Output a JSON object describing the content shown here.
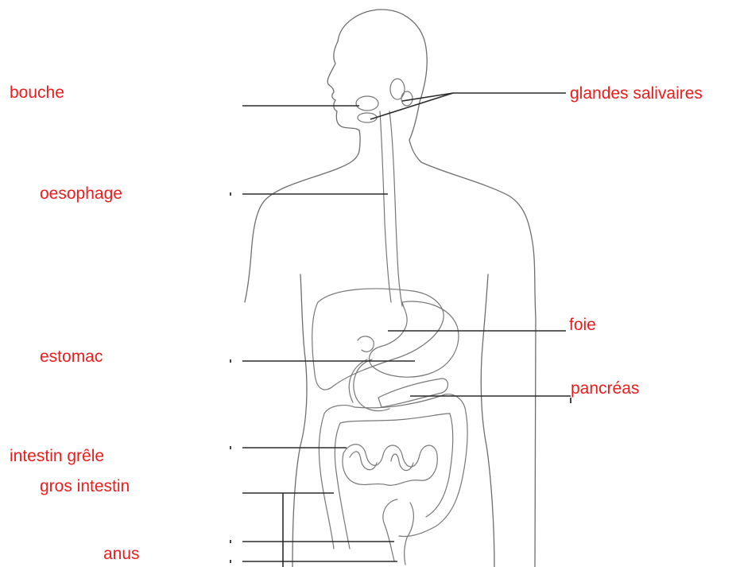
{
  "labels": {
    "bouche": "bouche",
    "glandes_salivaires": "glandes salivaires",
    "oesophage": "oesophage",
    "foie": "foie",
    "estomac": "estomac",
    "pancreas": "pancréas",
    "intestin_grele": "intestin grêle",
    "gros_intestin": "gros intestin",
    "anus": "anus"
  },
  "colors": {
    "label": "#ee1c1c",
    "outline": "#6e6e6e",
    "leader": "#2b2b2b"
  }
}
